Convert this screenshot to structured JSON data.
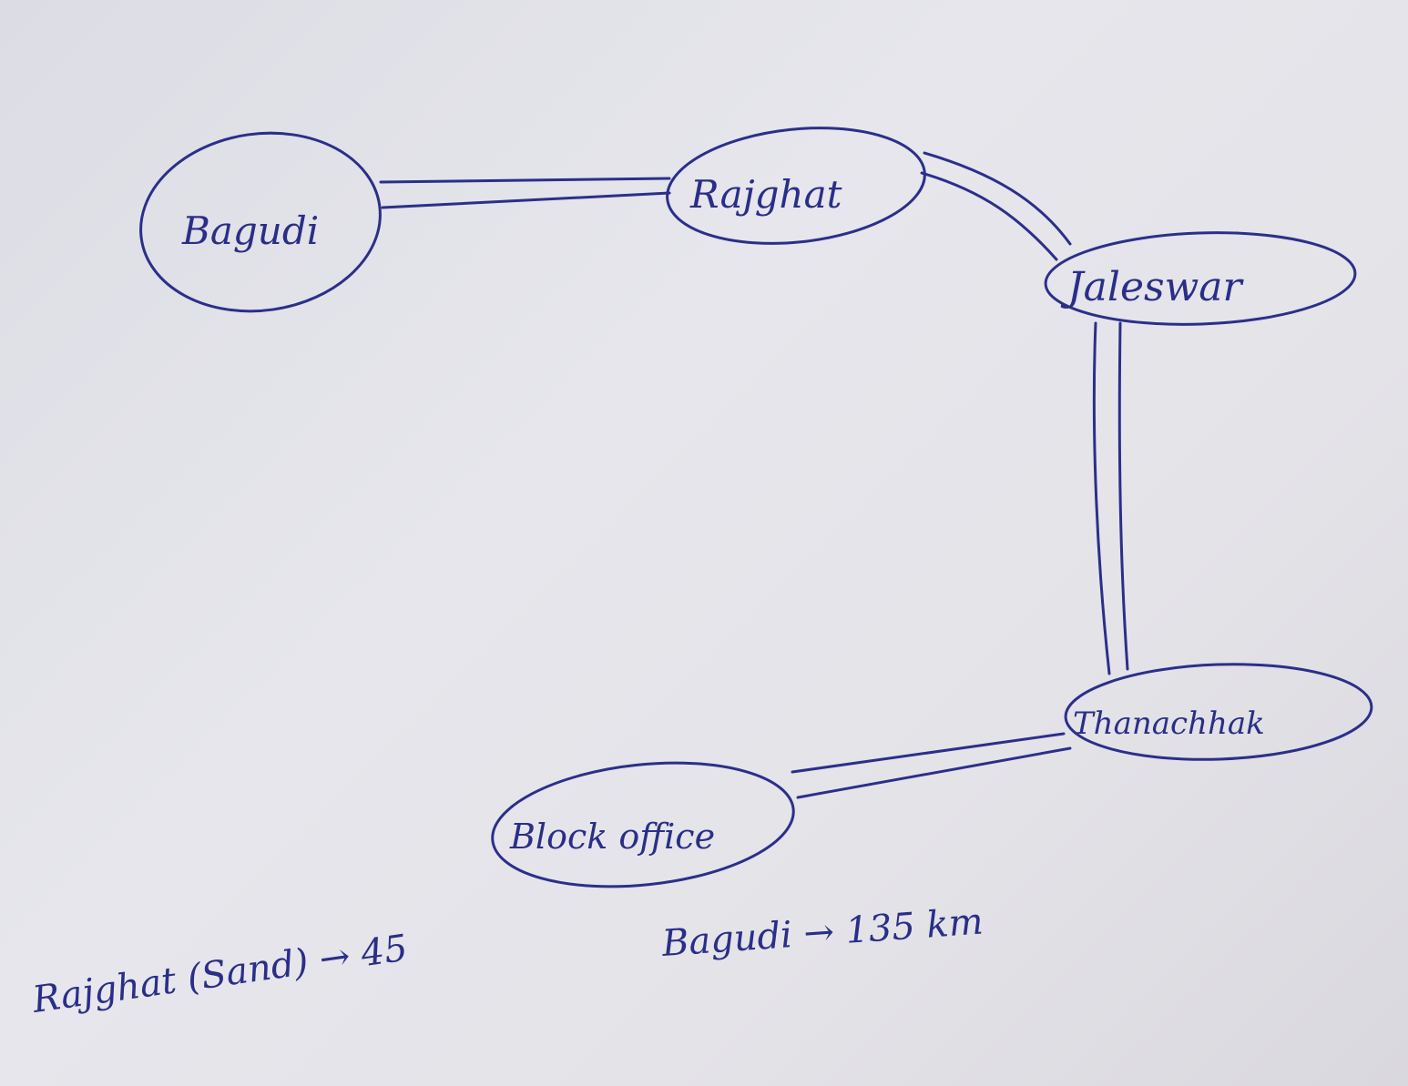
{
  "nodes": {
    "bagudi": "Bagudi",
    "rajghat": "Rajghat",
    "jaleswar": "Jaleswar",
    "thanachhak": "Thanachhak",
    "block_office": "Block office"
  },
  "notes": {
    "rajghat_sand": "Rajghat (Sand) → 45",
    "bagudi_distance": "Bagudi → 135 km"
  },
  "colors": {
    "ink": "#2b2f8a",
    "paper": "#e4e4ea"
  }
}
